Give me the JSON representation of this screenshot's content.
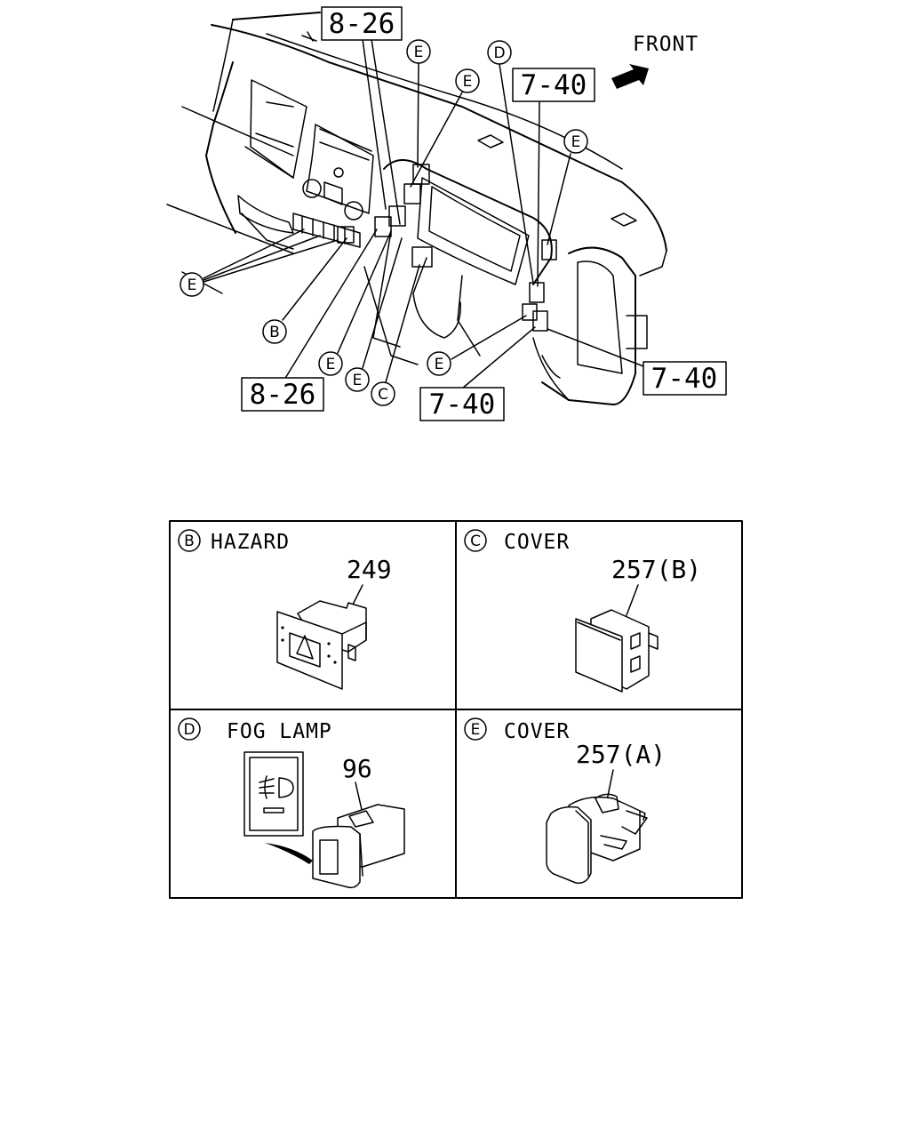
{
  "front_label": "FRONT",
  "callouts": {
    "ref_8_26_top": "8-26",
    "ref_8_26_bottom": "8-26",
    "ref_7_40_top": "7-40",
    "ref_7_40_right": "7-40",
    "ref_7_40_bottom": "7-40",
    "letter_b": "B",
    "letter_c": "C",
    "letter_d": "D",
    "letter_e": "E"
  },
  "panels": [
    {
      "letter": "B",
      "title": "HAZARD",
      "part_number": "249"
    },
    {
      "letter": "C",
      "title": "COVER",
      "part_number": "257(B)"
    },
    {
      "letter": "D",
      "title": "FOG LAMP",
      "part_number": "96"
    },
    {
      "letter": "E",
      "title": "COVER",
      "part_number": "257(A)"
    }
  ]
}
